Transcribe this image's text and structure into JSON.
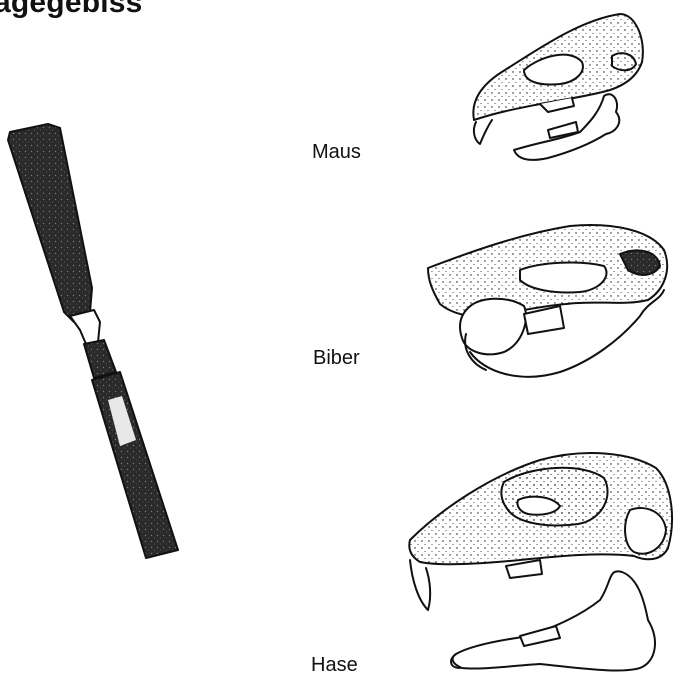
{
  "title": "agegebiss",
  "labels": {
    "mouse": "Maus",
    "beaver": "Biber",
    "hare": "Hase"
  },
  "illustrations": {
    "tool": "chisel-icon",
    "skulls": [
      "mouse-skull-icon",
      "beaver-skull-icon",
      "hare-skull-icon"
    ]
  }
}
